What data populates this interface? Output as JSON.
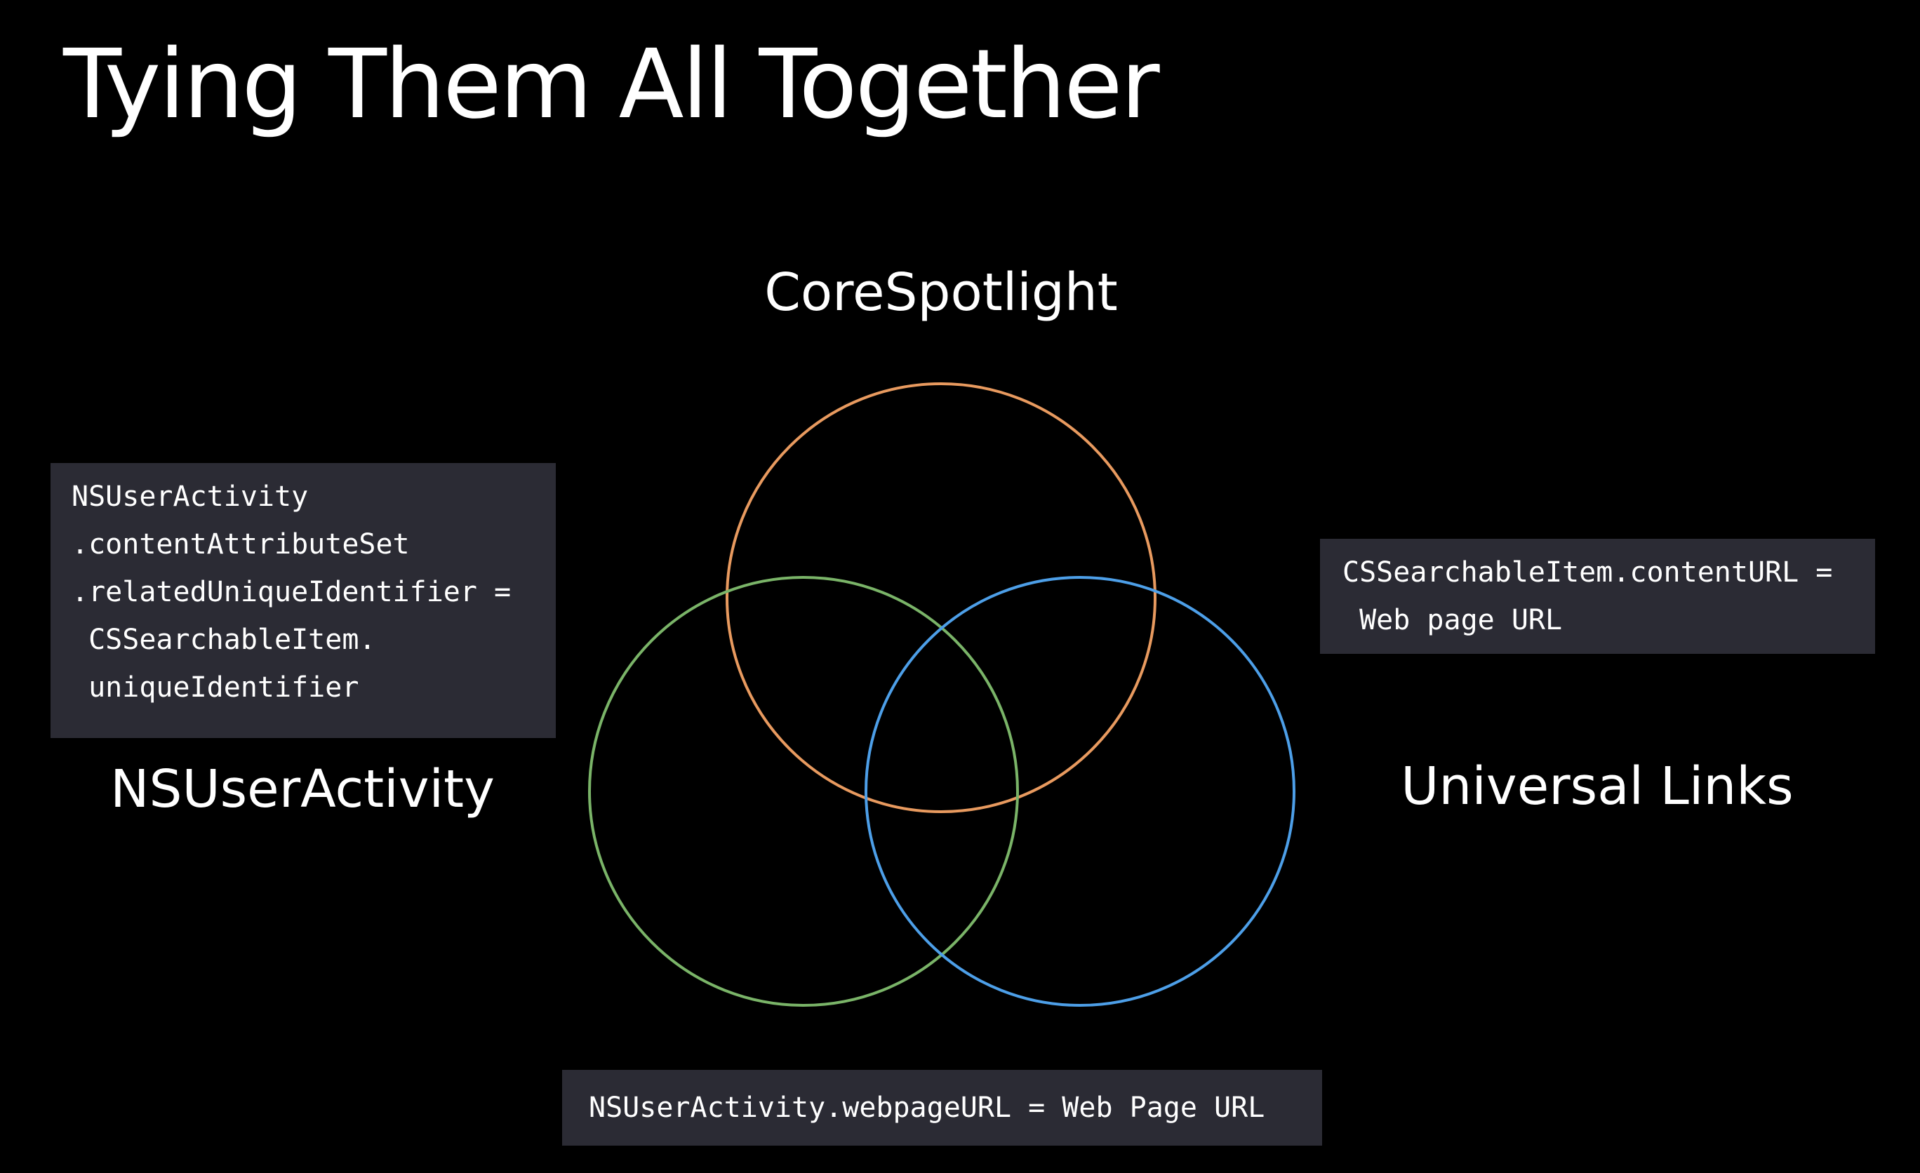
{
  "title": "Tying Them All Together",
  "diagram": {
    "labels": {
      "corespotlight": "CoreSpotlight",
      "nsuseractivity": "NSUserActivity",
      "universal_links": "Universal Links"
    },
    "circle_colors": {
      "corespotlight": "#e89a5f",
      "nsuseractivity": "#7ab468",
      "universal_links": "#4d9fe8"
    }
  },
  "code_boxes": {
    "nsuseractivity": [
      "NSUserActivity",
      ".contentAttributeSet",
      ".relatedUniqueIdentifier =",
      " CSSearchableItem.",
      " uniqueIdentifier"
    ],
    "universal_links": [
      "CSSearchableItem.contentURL =",
      " Web page URL"
    ],
    "bottom": [
      "NSUserActivity.webpageURL = Web Page URL"
    ]
  }
}
